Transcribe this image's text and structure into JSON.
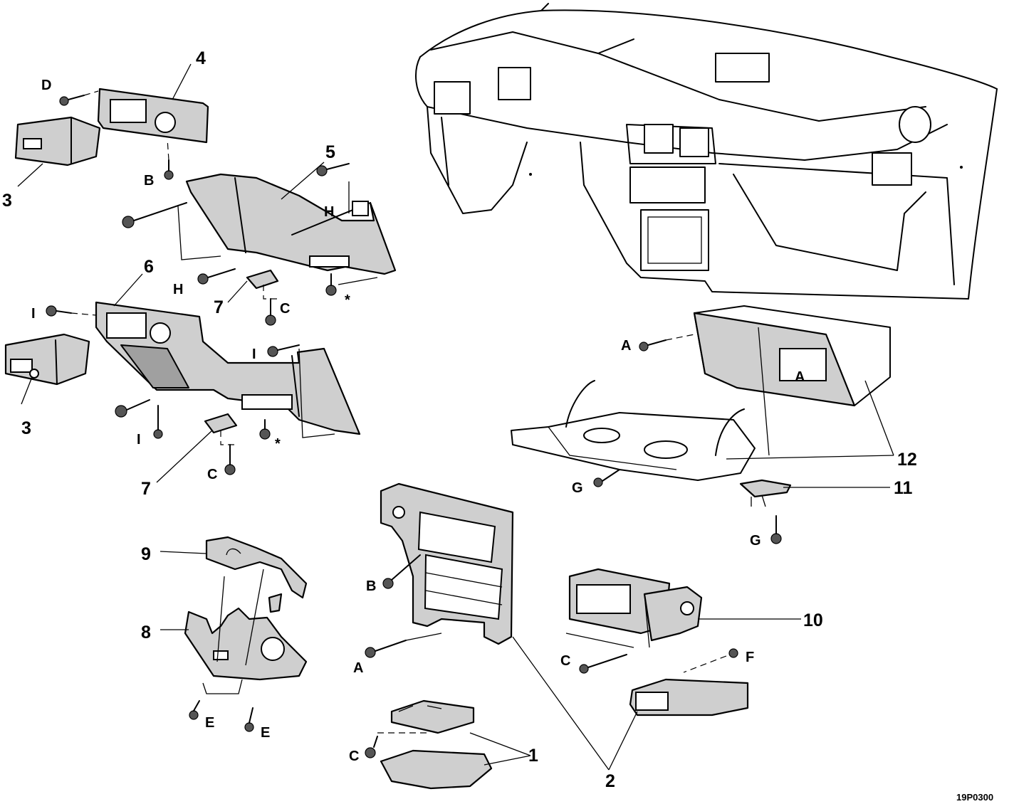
{
  "callouts": {
    "n1": "1",
    "n2": "2",
    "n3a": "3",
    "n3b": "3",
    "n4": "4",
    "n5": "5",
    "n6": "6",
    "n7a": "7",
    "n7b": "7",
    "n8": "8",
    "n9": "9",
    "n10": "10",
    "n11": "11",
    "n12": "12"
  },
  "fasteners": {
    "a1": "A",
    "a2": "A",
    "a3": "A",
    "b1": "B",
    "b2": "B",
    "c1": "C",
    "c2": "C",
    "c3": "C",
    "c4": "C",
    "d1": "D",
    "e1": "E",
    "e2": "E",
    "f1": "F",
    "g1": "G",
    "g2": "G",
    "h1": "H",
    "h2": "H",
    "i1": "I",
    "i2": "I",
    "i3": "I",
    "star1": "*",
    "star2": "*"
  },
  "figure_code": "19P0300"
}
